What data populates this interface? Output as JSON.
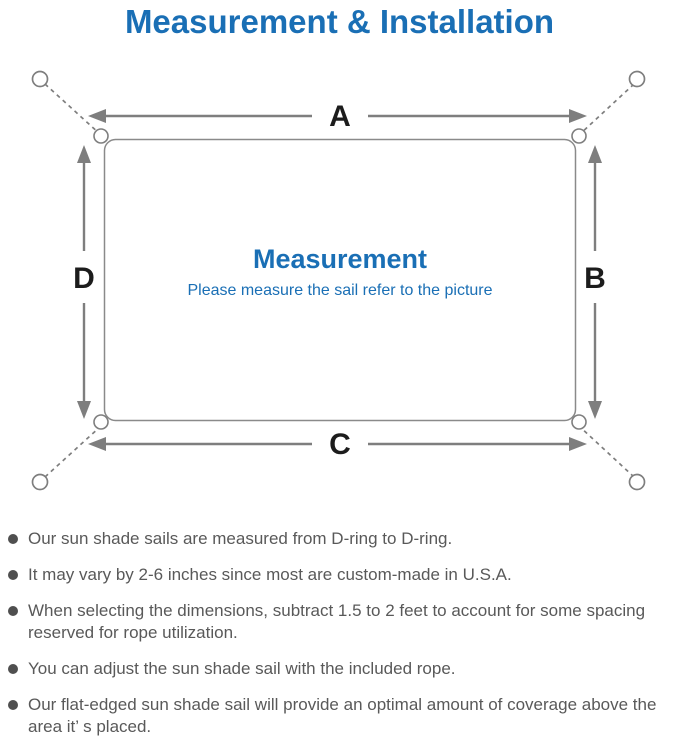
{
  "page": {
    "title": "Measurement & Installation"
  },
  "diagram": {
    "labels": {
      "top": "A",
      "right": "B",
      "bottom": "C",
      "left": "D"
    },
    "center_title": "Measurement",
    "center_subtitle": "Please measure the sail refer to the picture"
  },
  "notes": {
    "items": [
      "Our sun shade sails are measured from D-ring to D-ring.",
      "It may vary by 2-6 inches since most are custom-made in U.S.A.",
      "When selecting the dimensions, subtract 1.5 to 2 feet to account for some spacing reserved for rope utilization.",
      "You can adjust the sun shade sail with the included rope.",
      "Our flat-edged sun shade sail will provide an optimal amount of coverage above the area it’ s placed."
    ]
  },
  "colors": {
    "accent_blue": "#1a6fb5",
    "line_gray": "#7e7e7e",
    "text_gray": "#595959"
  }
}
